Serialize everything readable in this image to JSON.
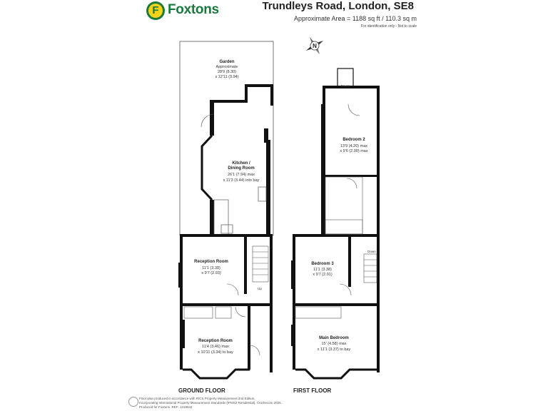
{
  "brand": {
    "name": "Foxtons",
    "logo_glyph": "F",
    "color_primary": "#1a7a3c",
    "color_accent": "#f2d21a"
  },
  "header": {
    "title": "Trundleys Road, London, SE8",
    "area": "Approximate Area = 1188 sq ft / 110.3 sq m",
    "identification": "For identification only - Not to scale"
  },
  "compass": {
    "label": "N"
  },
  "floors": {
    "ground": {
      "label": "GROUND FLOOR",
      "garden": {
        "name": "Garden",
        "line1": "Approximate",
        "line2": "28'9 (8.30)",
        "line3": "x 12'11 (3.94)"
      },
      "kitchen": {
        "name1": "Kitchen /",
        "name2": "Dining Room",
        "line1": "26'1 (7.94) max",
        "line2": "x 11'3 (3.44) into bay"
      },
      "reception1": {
        "name": "Reception Room",
        "line1": "11'1 (3.38)",
        "line2": "x 9'7 (2.93)"
      },
      "reception2": {
        "name": "Reception Room",
        "line1": "11'4 (3.46) max",
        "line2": "x 10'11 (3.34) to bay"
      },
      "stairs": "Up"
    },
    "first": {
      "label": "FIRST FLOOR",
      "eaves": "Eaves",
      "bedroom2": {
        "name": "Bedroom 2",
        "line1": "13'9 (4.20) max",
        "line2": "x 9'6 (2.90) max"
      },
      "bedroom3": {
        "name": "Bedroom 3",
        "line1": "11'1 (3.38)",
        "line2": "x 9'7 (2.91)"
      },
      "main_bedroom": {
        "name": "Main Bedroom",
        "line1": "15' (4.58) max",
        "line2": "x 11'1 (3.37) to bay"
      },
      "stairs": "Down"
    }
  },
  "footer": {
    "line1": "Floor plan produced in accordance with RICS Property Measurement 2nd Edition,",
    "line2": "Incorporating International Property Measurement Standards (IPMS2 Residential). ©nichecom 2025.",
    "line3": "Produced for Foxtons. REF: 1318944"
  }
}
